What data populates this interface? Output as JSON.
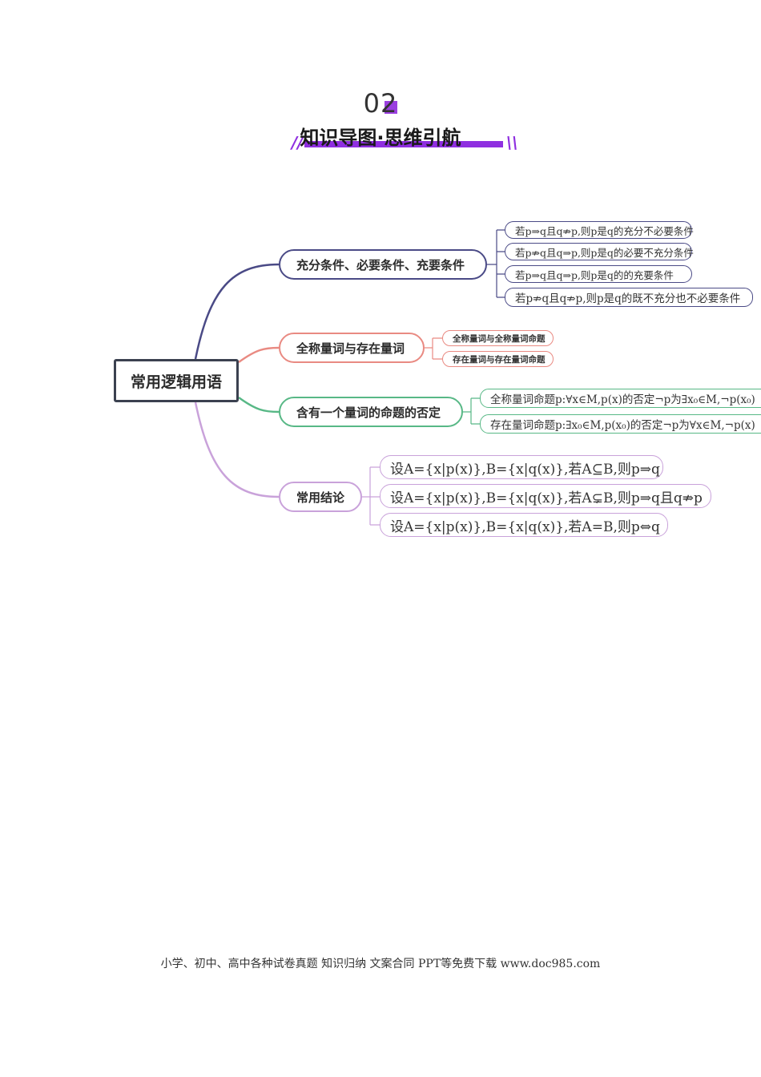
{
  "header": {
    "number": "02",
    "title": "知识导图·思维引航",
    "accent_color": "#8f2fe0"
  },
  "mindmap": {
    "root": "常用逻辑用语",
    "branches": [
      {
        "label": "充分条件、必要条件、充要条件",
        "color": "#4a4a86",
        "children": [
          "若p⇒q且q⇏p,则p是q的充分不必要条件",
          "若p⇏q且q⇒p,则p是q的必要不充分条件",
          "若p⇒q且q⇒p,则p是q的的充要条件",
          "若p⇏q且q⇏p,则p是q的既不充分也不必要条件"
        ]
      },
      {
        "label": "全称量词与存在量词",
        "color": "#e98a82",
        "children": [
          "全称量词与全称量词命题",
          "存在量词与存在量词命题"
        ]
      },
      {
        "label": "含有一个量词的命题的否定",
        "color": "#58b886",
        "children": [
          "全称量词命题p:∀x∈M,p(x)的否定¬p为∃x₀∈M,¬p(x₀)",
          "存在量词命题p:∃x₀∈M,p(x₀)的否定¬p为∀x∈M,¬p(x)"
        ]
      },
      {
        "label": "常用结论",
        "color": "#c9a2da",
        "children": [
          "设A={x|p(x)},B={x|q(x)},若A⊆B,则p⇒q",
          "设A={x|p(x)},B={x|q(x)},若A⊊B,则p⇒q且q⇏p",
          "设A={x|p(x)},B={x|q(x)},若A=B,则p⇔q"
        ]
      }
    ]
  },
  "footer": {
    "text": "小学、初中、高中各种试卷真题  知识归纳  文案合同  PPT等免费下载      www.doc985.com"
  }
}
